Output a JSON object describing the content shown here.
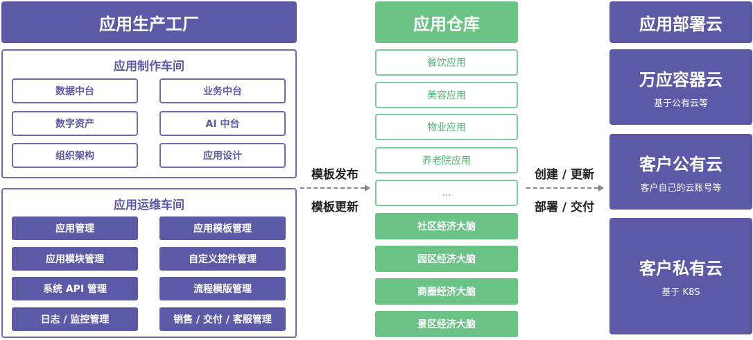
{
  "factory": {
    "header": "应用生产工厂",
    "production": {
      "title": "应用制作车间",
      "items": [
        "数据中台",
        "业务中台",
        "数字资产",
        "AI 中台",
        "组织架构",
        "应用设计"
      ]
    },
    "operations": {
      "title": "应用运维车间",
      "items": [
        "应用管理",
        "应用模板管理",
        "应用模块管理",
        "自定义控件管理",
        "系统 API 管理",
        "流程模版管理",
        "日志 / 监控管理",
        "销售 / 交付 / 客服管理"
      ]
    }
  },
  "arrow_left": {
    "top_label": "模板发布",
    "bottom_label": "模板更新"
  },
  "warehouse": {
    "header": "应用仓库",
    "outline_items": [
      "餐饮应用",
      "美容应用",
      "物业应用",
      "养老院应用",
      "..."
    ],
    "filled_items": [
      "社区经济大脑",
      "园区经济大脑",
      "商圈经济大脑",
      "景区经济大脑"
    ]
  },
  "arrow_right": {
    "top_label": "创建 / 更新",
    "bottom_label": "部署 / 交付"
  },
  "deploy": {
    "header": "应用部署云",
    "clouds": [
      {
        "title": "万应容器云",
        "subtitle": "基于公有云等"
      },
      {
        "title": "客户公有云",
        "subtitle": "客户自己的云账号等"
      },
      {
        "title": "客户私有云",
        "subtitle": "基于 K8S"
      }
    ]
  }
}
